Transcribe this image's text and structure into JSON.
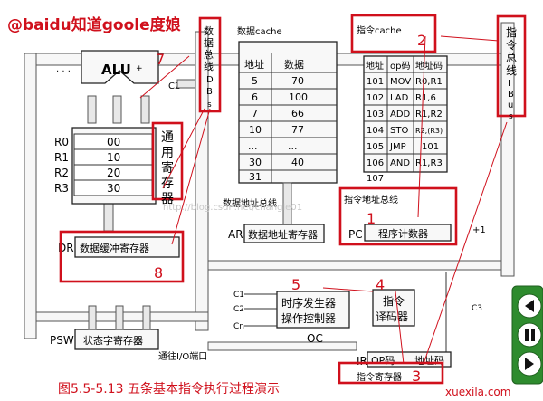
{
  "watermark": "@baidu知道goole度娘",
  "alu": {
    "label": "ALU",
    "symbol": "+",
    "c2": "C2",
    "ellipsis": "· · ·"
  },
  "registers": [
    {
      "name": "R0",
      "value": "00"
    },
    {
      "name": "R1",
      "value": "10"
    },
    {
      "name": "R2",
      "value": "20"
    },
    {
      "name": "R3",
      "value": "30"
    }
  ],
  "general_reg_label": [
    "通",
    "用",
    "寄",
    "存",
    "器"
  ],
  "data_bus_label": [
    "数",
    "据",
    "总",
    "线",
    "D",
    "B",
    "s"
  ],
  "dr": {
    "short": "DR",
    "label": "数据缓冲寄存器"
  },
  "psw": {
    "short": "PSW",
    "label": "状态字寄存器"
  },
  "io_port": "通往I/O端口",
  "data_cache": {
    "title": "数据cache",
    "headers": [
      "地址",
      "数据"
    ],
    "rows": [
      {
        "addr": "5",
        "data": "70"
      },
      {
        "addr": "6",
        "data": "100"
      },
      {
        "addr": "7",
        "data": "66"
      },
      {
        "addr": "10",
        "data": "77"
      },
      {
        "addr": "...",
        "data": "..."
      },
      {
        "addr": "30",
        "data": "40"
      },
      {
        "addr": "31",
        "data": ""
      }
    ]
  },
  "data_addr_bus": "数据地址总线",
  "ar": {
    "short": "AR",
    "label": "数据地址寄存器"
  },
  "url_watermark": "http://blog.csdn.net/changle01",
  "instr_cache": {
    "title": "指令cache",
    "headers": [
      "地址",
      "op码",
      "地址码"
    ],
    "rows": [
      {
        "addr": "101",
        "op": "MOV",
        "operand": "R0,R1"
      },
      {
        "addr": "102",
        "op": "LAD",
        "operand": "R1,6"
      },
      {
        "addr": "103",
        "op": "ADD",
        "operand": "R1,R2"
      },
      {
        "addr": "104",
        "op": "STO",
        "operand": "R2,(R3)"
      },
      {
        "addr": "105",
        "op": "JMP",
        "operand": "101"
      },
      {
        "addr": "106",
        "op": "AND",
        "operand": "R1,R3"
      },
      {
        "addr": "107",
        "op": "",
        "operand": ""
      }
    ]
  },
  "instr_addr_bus": "指令地址总线",
  "pc": {
    "short": "PC",
    "label": "程序计数器",
    "increment": "+1"
  },
  "instr_bus_label": [
    "指",
    "令",
    "总",
    "线",
    "I",
    "B",
    "u",
    "s"
  ],
  "timing": {
    "line1": "时序发生器",
    "line2": "操作控制器",
    "oc": "OC"
  },
  "signals": {
    "c1": "C1",
    "c2": "C2",
    "cn": "Cn",
    "c3": "C3"
  },
  "decoder": {
    "line1": "指令",
    "line2": "译码器"
  },
  "ir": {
    "short": "IR",
    "op": "OP码",
    "addr": "地址码",
    "label": "指令寄存器"
  },
  "steps": {
    "s1": "1",
    "s2": "2",
    "s3": "3",
    "s4": "4",
    "s5": "5",
    "s7": "7",
    "s8": "8"
  },
  "caption": "图5.5-5.13 五条基本指令执行过程演示",
  "site_watermark": "xuexila.com",
  "colors": {
    "highlight": "#d0101c",
    "controls": "#2e8b2e"
  },
  "icons": [
    "previous-icon",
    "pause-icon",
    "next-icon"
  ]
}
